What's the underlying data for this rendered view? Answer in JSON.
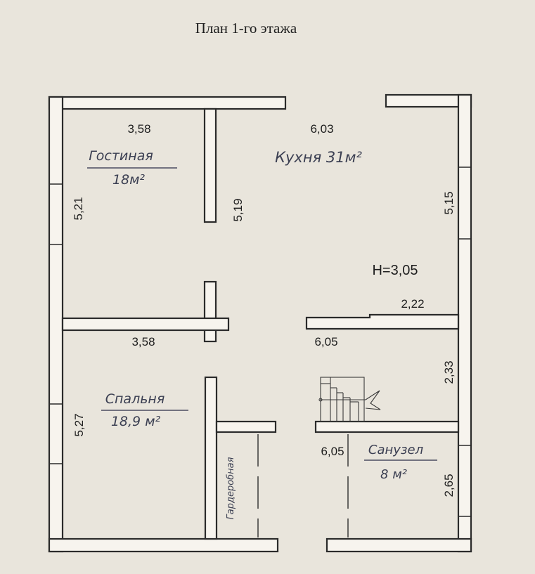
{
  "title": "План 1-го этажа",
  "height_label": "H=3,05",
  "rooms": {
    "living": {
      "name": "Гостиная",
      "area": "18м²"
    },
    "kitchen": {
      "name": "Кухня 31м²"
    },
    "bedroom": {
      "name": "Спальня",
      "area": "18,9 м²"
    },
    "wardrobe": {
      "name": "Гардеробная"
    },
    "bathroom": {
      "name": "Санузел",
      "area": "8 м²"
    }
  },
  "dimensions": {
    "living_width": "3,58",
    "living_height": "5,21",
    "kitchen_width": "6,03",
    "partition_height": "5,19",
    "kitchen_right_height": "5,15",
    "kitchen_partition_width": "2,22",
    "bedroom_width": "3,58",
    "bedroom_height": "5,27",
    "hall_width": "6,05",
    "stair_height": "2,33",
    "bath_width": "6,05",
    "bath_height": "2,65"
  }
}
